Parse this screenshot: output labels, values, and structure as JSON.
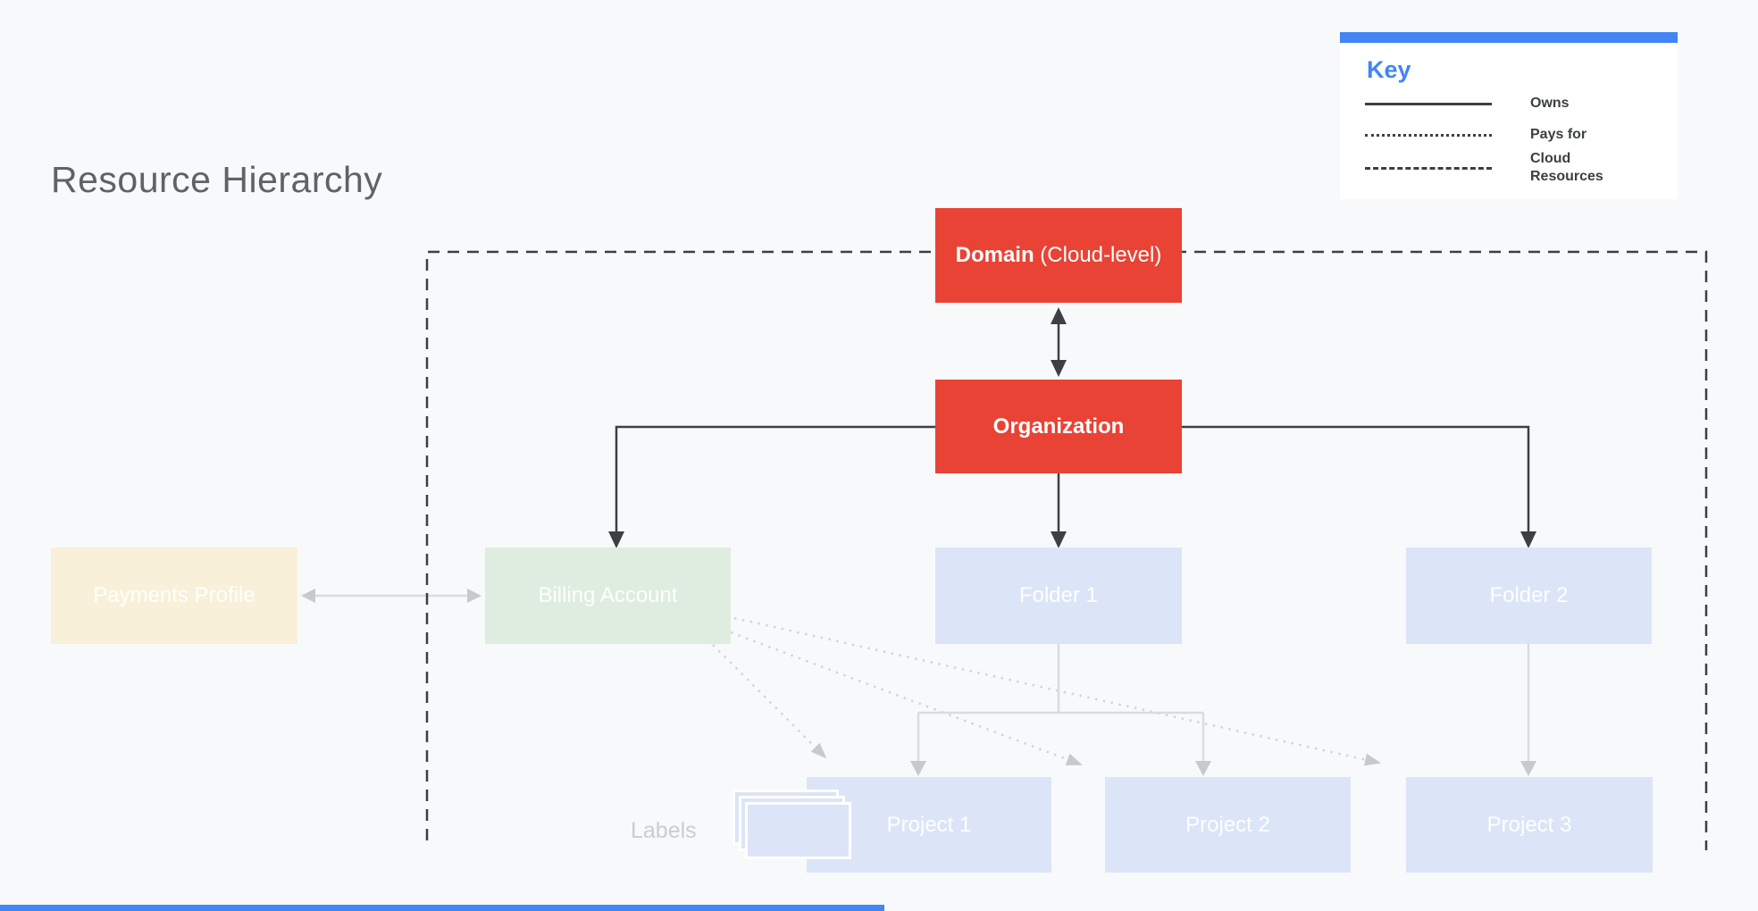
{
  "title": "Resource Hierarchy",
  "key": {
    "heading": "Key",
    "items": [
      {
        "style": "solid",
        "label": "Owns"
      },
      {
        "style": "dotted",
        "label": "Pays for"
      },
      {
        "style": "dashed",
        "label": "Cloud Resources"
      }
    ]
  },
  "nodes": {
    "domain_bold": "Domain",
    "domain_rest": " (Cloud-level)",
    "organization": "Organization",
    "payments_profile": "Payments Profile",
    "billing_account": "Billing Account",
    "folder1": "Folder 1",
    "folder2": "Folder 2",
    "project1": "Project 1",
    "project2": "Project 2",
    "project3": "Project 3",
    "labels_caption": "Labels"
  },
  "colors": {
    "background": "#F8F9FA",
    "accent_blue": "#4285F4",
    "node_red": "#E94335",
    "node_blue": "#DCE5F7",
    "node_green": "#DEEDDF",
    "node_cream": "#F8F0D9",
    "line_dark": "#3C4043",
    "line_gray": "#D9DBDE",
    "arrow_gray": "#C7C9CC",
    "dotted_gray": "#D2D4D7",
    "title_gray": "#5F6368",
    "labels_gray": "#C9CCD1"
  }
}
